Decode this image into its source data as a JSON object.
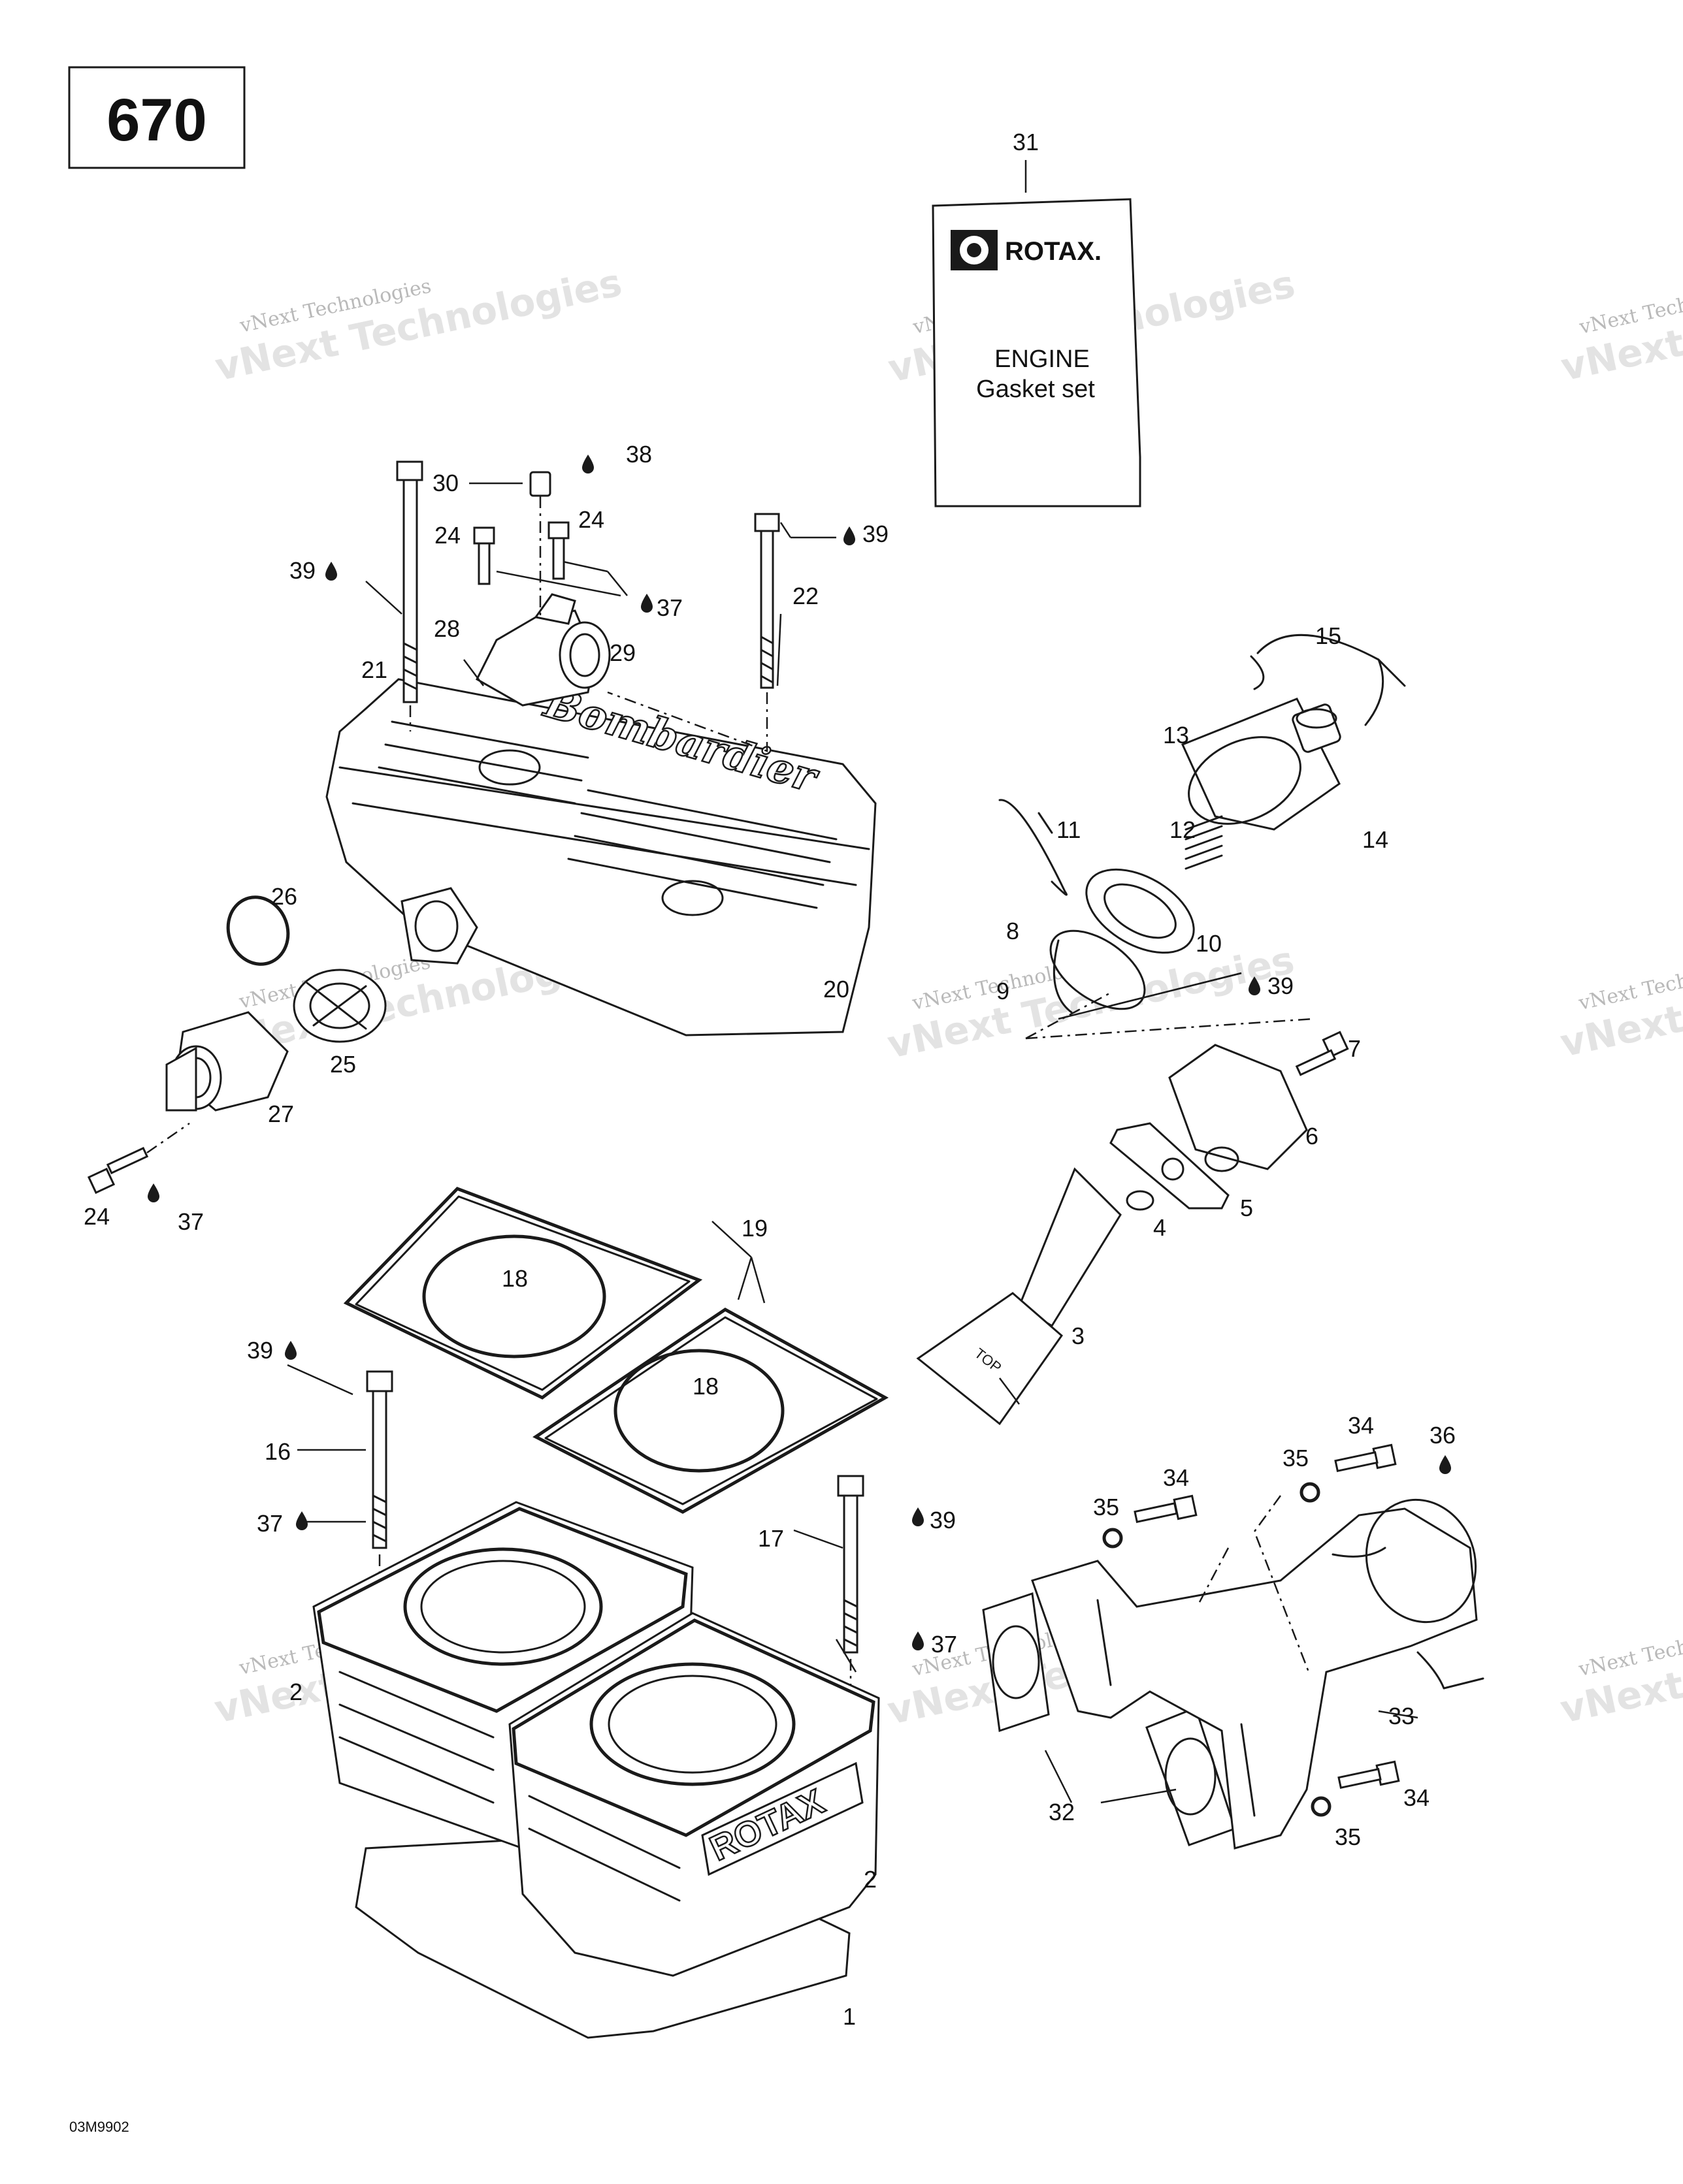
{
  "page_number": "670",
  "footer_code": "03M9902",
  "gasket_kit": {
    "brand": "ROTAX.",
    "line1": "ENGINE",
    "line2": "Gasket set"
  },
  "watermark": {
    "line1": "vNext Technologies",
    "line2": "vNext Technologies"
  },
  "cast_lettering": {
    "cylinder_head": "Bombardier",
    "cylinder": "ROTAX"
  },
  "callouts": [
    "31",
    "38",
    "30",
    "24",
    "24",
    "39",
    "39",
    "37",
    "22",
    "21",
    "28",
    "29",
    "15",
    "13",
    "14",
    "11",
    "12",
    "26",
    "10",
    "8",
    "9",
    "39",
    "20",
    "25",
    "27",
    "7",
    "6",
    "24",
    "37",
    "5",
    "4",
    "19",
    "18",
    "18",
    "3",
    "39",
    "16",
    "37",
    "34",
    "36",
    "35",
    "34",
    "35",
    "39",
    "17",
    "37",
    "2",
    "33",
    "32",
    "34",
    "35",
    "2",
    "1"
  ]
}
